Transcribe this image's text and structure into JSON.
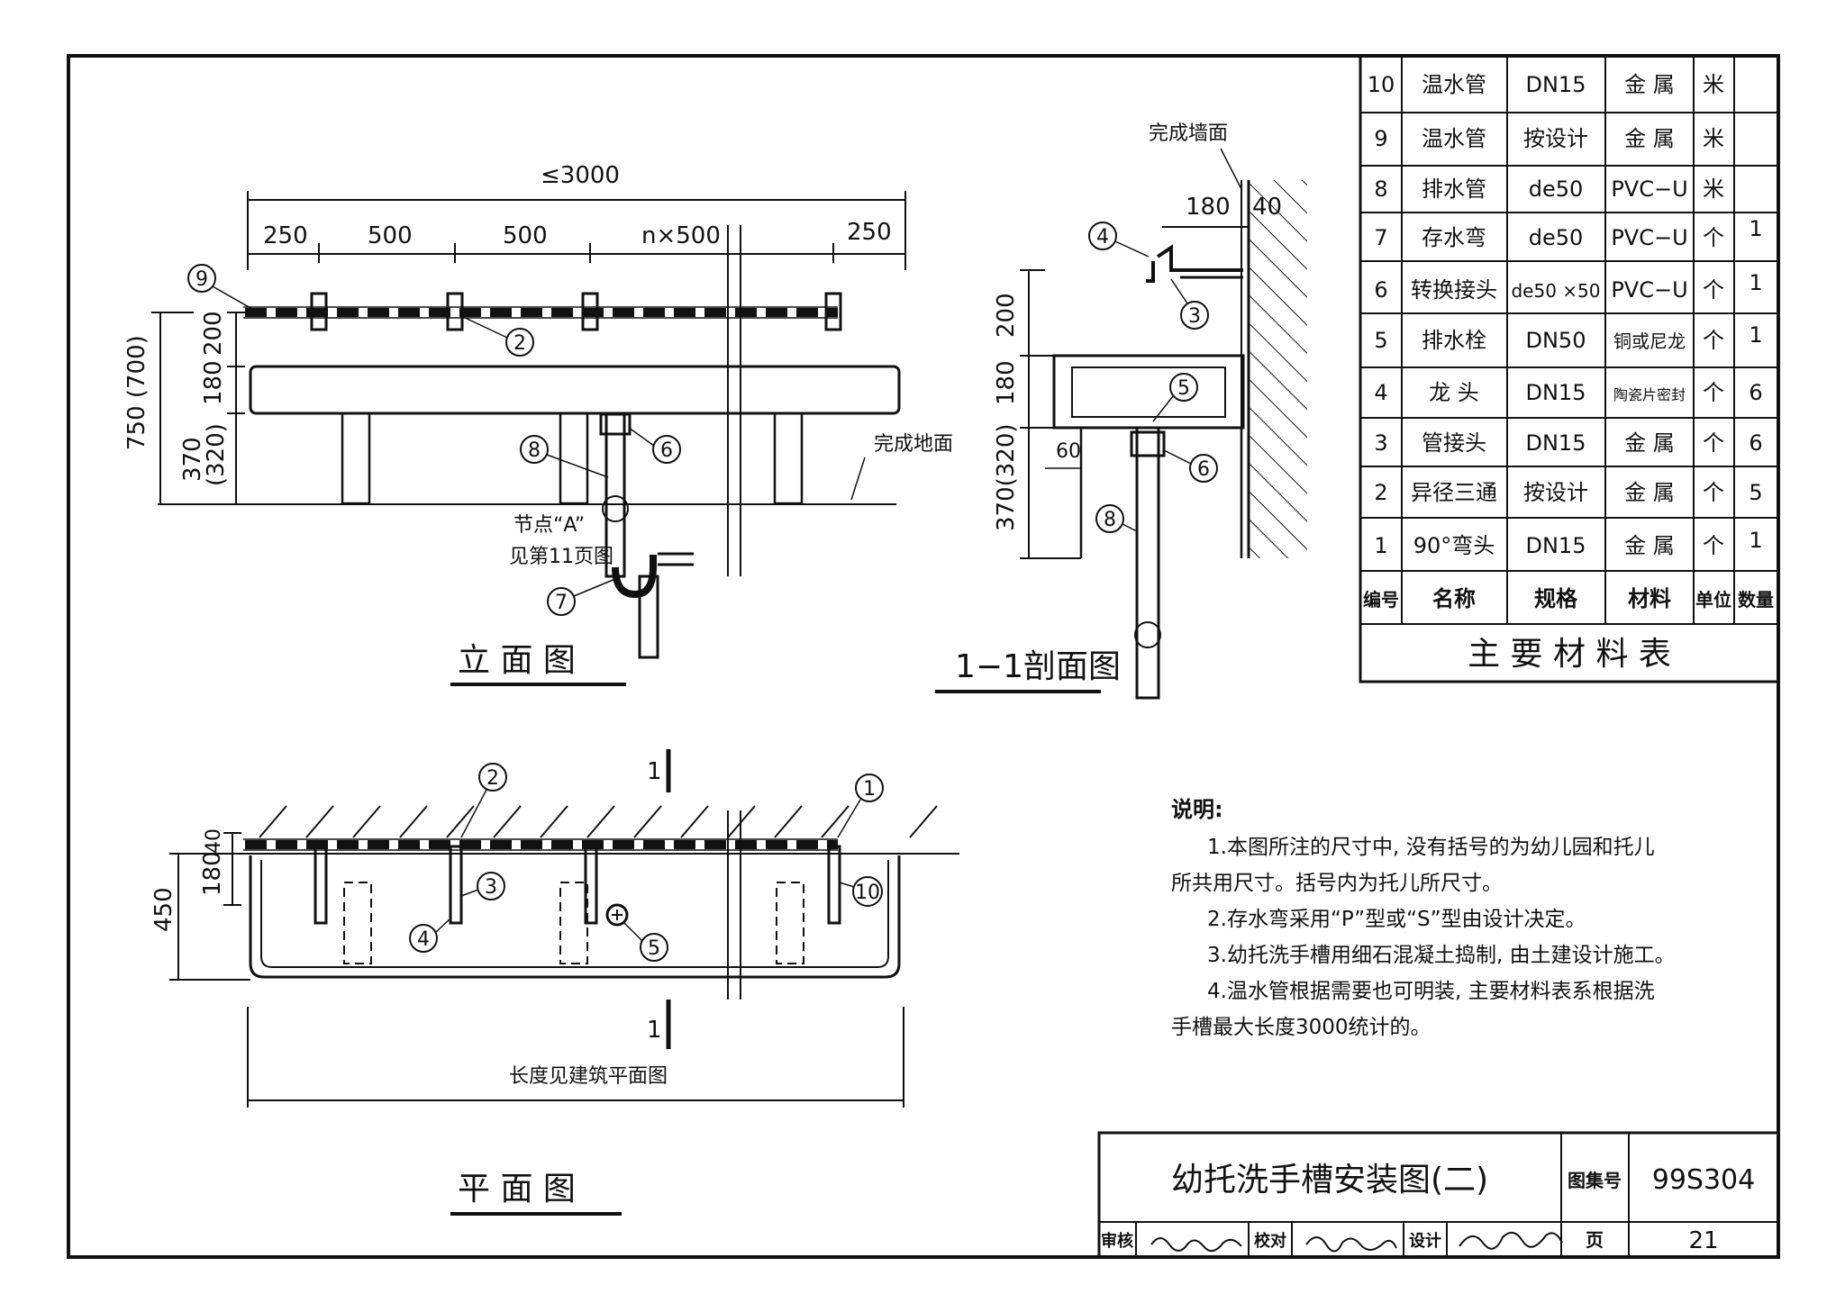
{
  "elevation": {
    "title": "立 面 图",
    "dims": {
      "total": "≤3000",
      "d1": "250",
      "d2": "500",
      "d3": "500",
      "d4": "n×500",
      "d5": "250"
    },
    "vdims": {
      "v200": "200",
      "v180": "180",
      "v370": "370",
      "v370b": "(320)",
      "v750": "750 (700)"
    },
    "floor_label": "完成地面",
    "node_label_1": "节点“A”",
    "node_label_2": "见第11页图",
    "callouts": [
      "9",
      "2",
      "8",
      "6",
      "7"
    ]
  },
  "section": {
    "title": "1−1剖面图",
    "wall_label": "完成墙面",
    "dims": {
      "h180": "180",
      "h40": "40",
      "v200": "200",
      "v180": "180",
      "v370": "370(320)",
      "h60": "60"
    },
    "callouts": [
      "4",
      "3",
      "5",
      "6",
      "8"
    ]
  },
  "plan": {
    "title": "平 面 图",
    "length_label": "长度见建筑平面图",
    "dims": {
      "v40": "40",
      "v180": "180",
      "v450": "450"
    },
    "cut_mark": "1",
    "callouts": [
      "2",
      "1",
      "3",
      "10",
      "4",
      "5"
    ]
  },
  "materials": {
    "caption": "主 要 材 料 表",
    "headers": [
      "编号",
      "名称",
      "规格",
      "材料",
      "单位",
      "数量"
    ],
    "rows": [
      [
        "10",
        "温水管",
        "DN15",
        "金 属",
        "米",
        ""
      ],
      [
        "9",
        "温水管",
        "按设计",
        "金 属",
        "米",
        ""
      ],
      [
        "8",
        "排水管",
        "de50",
        "PVC−U",
        "米",
        ""
      ],
      [
        "7",
        "存水弯",
        "de50",
        "PVC−U",
        "个",
        "1"
      ],
      [
        "6",
        "转换接头",
        "de50 ×50",
        "PVC−U",
        "个",
        "1"
      ],
      [
        "5",
        "排水栓",
        "DN50",
        "铜或尼龙",
        "个",
        "1"
      ],
      [
        "4",
        "龙 头",
        "DN15",
        "陶瓷片密封",
        "个",
        "6"
      ],
      [
        "3",
        "管接头",
        "DN15",
        "金 属",
        "个",
        "6"
      ],
      [
        "2",
        "异径三通",
        "按设计",
        "金 属",
        "个",
        "5"
      ],
      [
        "1",
        "90°弯头",
        "DN15",
        "金 属",
        "个",
        "1"
      ]
    ]
  },
  "notes": {
    "heading": "说明:",
    "lines": [
      "1.本图所注的尺寸中, 没有括号的为幼儿园和托儿",
      "所共用尺寸。括号内为托儿所尺寸。",
      "2.存水弯采用“P”型或“S”型由设计决定。",
      "3.幼托洗手槽用细石混凝土捣制, 由土建设计施工。",
      "4.温水管根据需要也可明装, 主要材料表系根据洗",
      "手槽最大长度3000统计的。"
    ]
  },
  "title_block": {
    "title": "幼托洗手槽安装图(二)",
    "atlas_label": "图集号",
    "atlas_no": "99S304",
    "review_label": "审核",
    "check_label": "校对",
    "design_label": "设计",
    "page_label": "页",
    "page_no": "21"
  }
}
